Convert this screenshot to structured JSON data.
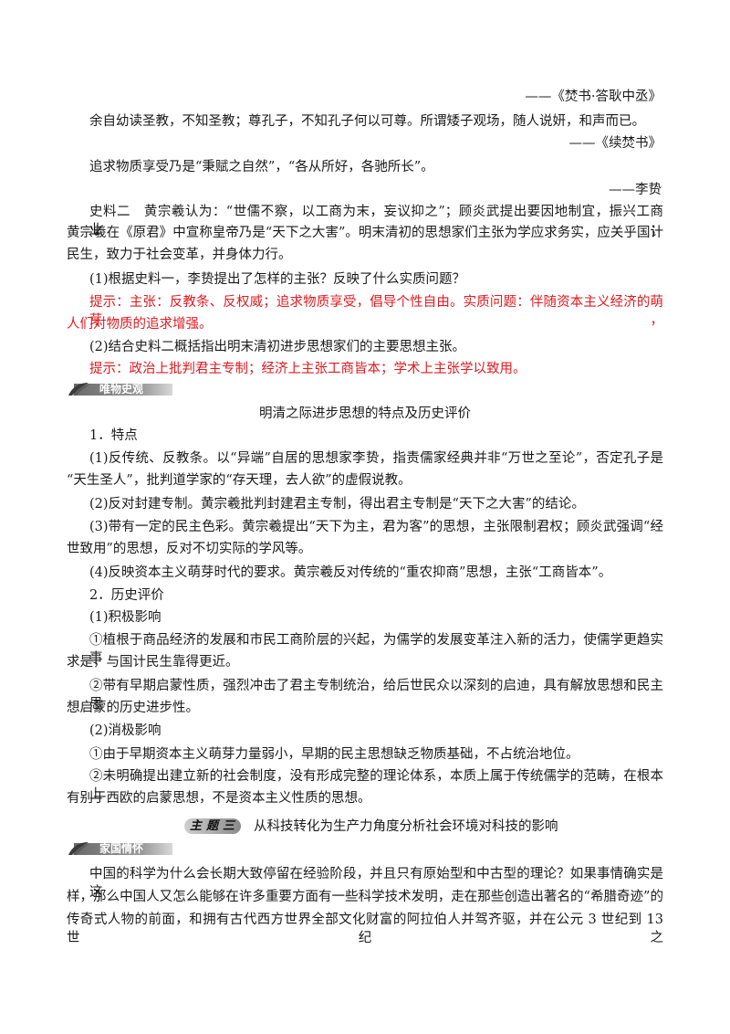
{
  "lines": {
    "l01": "——《焚书·答耿中丞》",
    "l02": "余自幼读圣教，不知圣教；尊孔子，不知孔子何以可尊。所谓矮子观场，随人说妍，和声而已。",
    "l03": "——《续焚书》",
    "l04": "追求物质享受乃是“秉赋之自然”，“各从所好，各驰所长”。",
    "l05": "——李贽",
    "l06": "史料二　黄宗羲认为：“世儒不察，以工商为末，妄议抑之”；顾炎武提出要因地制宜，振兴工商业；",
    "l07": "黄宗羲在《原君》中宣称皇帝乃是“天下之大害”。明末清初的思想家们主张为学应求务实，应关乎国计",
    "l08": "民生，致力于社会变革，并身体力行。",
    "l09": "(1)根据史料一，李贽提出了怎样的主张？反映了什么实质问题？",
    "l10": "提示：主张：反教条、反权威；追求物质享受，倡导个性自由。实质问题：伴随资本主义经济的萌芽，",
    "l11": "人们对物质的追求增强。",
    "l12": "(2)结合史料二概括指出明末清初进步思想家们的主要思想主张。",
    "l13": "提示：政治上批判君主专制；经济上主张工商皆本；学术上主张学以致用。",
    "l14": "明清之际进步思想的特点及历史评价",
    "l15": "1．特点",
    "l16": "(1)反传统、反教条。以“异端”自居的思想家李贽，指责儒家经典并非“万世之至论”，否定孔子是",
    "l17": "“天生圣人”，批判道学家的“存天理，去人欲”的虚假说教。",
    "l18": "(2)反对封建专制。黄宗羲批判封建君主专制，得出君主专制是“天下之大害”的结论。",
    "l19": "(3)带有一定的民主色彩。黄宗羲提出“天下为主，君为客”的思想，主张限制君权；顾炎武强调“经",
    "l20": "世致用”的思想，反对不切实际的学风等。",
    "l21": "(4)反映资本主义萌芽时代的要求。黄宗羲反对传统的“重农抑商”思想，主张“工商皆本”。",
    "l22": "2．历史评价",
    "l23": "(1)积极影响",
    "l24": "①植根于商品经济的发展和市民工商阶层的兴起，为儒学的发展变革注入新的活力，使儒学更趋实事",
    "l25": "求是，与国计民生靠得更近。",
    "l26": "②带有早期启蒙性质，强烈冲击了君主专制统治，给后世民众以深刻的启迪，具有解放思想和民主思",
    "l27": "想启蒙的历史进步性。",
    "l28": "(2)消极影响",
    "l29": "①由于早期资本主义萌芽力量弱小，早期的民主思想缺乏物质基础，不占统治地位。",
    "l30": "②未明确提出建立新的社会制度，没有形成完整的理论体系，本质上属于传统儒学的范畴，在根本上",
    "l31": "有别于西欧的启蒙思想，不是资本主义性质的思想。",
    "l32": "从科技转化为生产力角度分析社会环境对科技的影响",
    "l33": "中国的科学为什么会长期大致停留在经验阶段，并且只有原始型和中古型的理论？如果事情确实是这",
    "l34": "样，那么中国人又怎么能够在许多重要方面有一些科学技术发明，走在那些创造出著名的“希腊奇迹”的",
    "l35": "传奇式人物的前面，和拥有古代西方世界全部文化财富的阿拉伯人并驾齐驱，并在公元 3 世纪到 13 世纪之"
  },
  "banners": {
    "b1": "唯物史观",
    "b2": "家国情怀"
  },
  "topic_badge": "主题三",
  "colors": {
    "text": "#1a1a1a",
    "hint": "#e0191f"
  }
}
